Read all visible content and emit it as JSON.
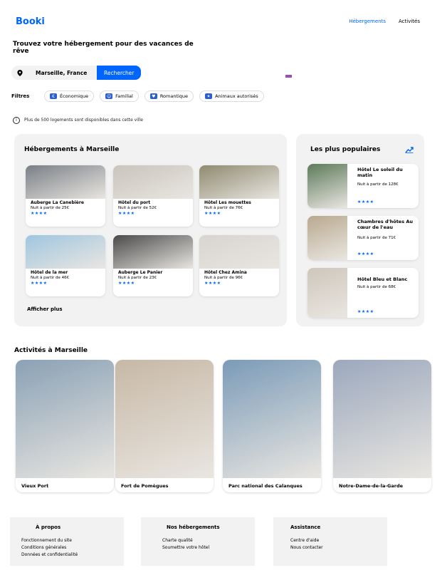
{
  "header": {
    "logo": "Booki",
    "nav": [
      {
        "label": "Hébergements"
      },
      {
        "label": "Activités"
      }
    ]
  },
  "hero": {
    "headline": "Trouvez votre hébergement pour des vacances de rêve"
  },
  "search": {
    "city": "Marseille, France",
    "button": "Rechercher",
    "pin_icon": "location-pin-icon"
  },
  "filters": {
    "title": "Filtres",
    "items": [
      {
        "label": "Économique",
        "icon": "money-icon"
      },
      {
        "label": "Familial",
        "icon": "child-icon"
      },
      {
        "label": "Romantique",
        "icon": "heart-icon"
      },
      {
        "label": "Animaux autorisés",
        "icon": "dog-icon"
      }
    ]
  },
  "info": {
    "text": "Plus de 500 logements sont disponibles dans cette ville"
  },
  "stays": {
    "title": "Hébergements à Marseille",
    "more": "Afficher plus",
    "items": [
      {
        "name": "Auberge La Canebière",
        "price": "Nuit à partir de 25€",
        "stars": "★★★★",
        "color": "#7a7f86"
      },
      {
        "name": "Hôtel du port",
        "price": "Nuit à partir de 52€",
        "stars": "★★★★",
        "color": "#c9c4bc"
      },
      {
        "name": "Hôtel Les mouettes",
        "price": "Nuit à partir de 76€",
        "stars": "★★★★",
        "color": "#8f8a70"
      },
      {
        "name": "Hôtel de la mer",
        "price": "Nuit à partir de 46€",
        "stars": "★★★★",
        "color": "#9fc6e0"
      },
      {
        "name": "Auberge Le Panier",
        "price": "Nuit à partir de 23€",
        "stars": "★★★★",
        "color": "#4a4a4a"
      },
      {
        "name": "Hôtel Chez Amina",
        "price": "Nuit à partir de 96€",
        "stars": "★★★★",
        "color": "#d8d4cf"
      }
    ]
  },
  "popular": {
    "title": "Les plus populaires",
    "trend_icon": "trending-up-icon",
    "items": [
      {
        "name": "Hôtel Le soleil du matin",
        "price": "Nuit à partir de 128€",
        "stars": "★★★★",
        "color": "#5d7a5a"
      },
      {
        "name": "Chambres d'hôtes Au cœur de l'eau",
        "price": "Nuit à partir de 71€",
        "stars": "★★★★",
        "color": "#b9a98f"
      },
      {
        "name": "Hôtel Bleu et Blanc",
        "price": "Nuit à partir de 68€",
        "stars": "★★★★",
        "color": "#cfc6bb"
      }
    ]
  },
  "activities": {
    "title": "Activités à Marseille",
    "items": [
      {
        "label": "Vieux Port",
        "color": "#8aa1b5"
      },
      {
        "label": "Fort de Pomègues",
        "color": "#c7b8a6"
      },
      {
        "label": "Parc national des Calanques",
        "color": "#7b9bb8"
      },
      {
        "label": "Notre-Dame-de-la-Garde",
        "color": "#9ba8bd"
      }
    ]
  },
  "footer": {
    "columns": [
      {
        "title": "À propos",
        "links": [
          "Fonctionnement du site",
          "Conditions générales",
          "Données et confidentialité"
        ]
      },
      {
        "title": "Nos hébergements",
        "links": [
          "Charte qualité",
          "Soumettre votre hôtel"
        ]
      },
      {
        "title": "Assistance",
        "links": [
          "Centre d'aide",
          "Nous contacter"
        ]
      }
    ]
  },
  "colors": {
    "accent": "#0065FC",
    "panel": "#F2F2F2"
  }
}
